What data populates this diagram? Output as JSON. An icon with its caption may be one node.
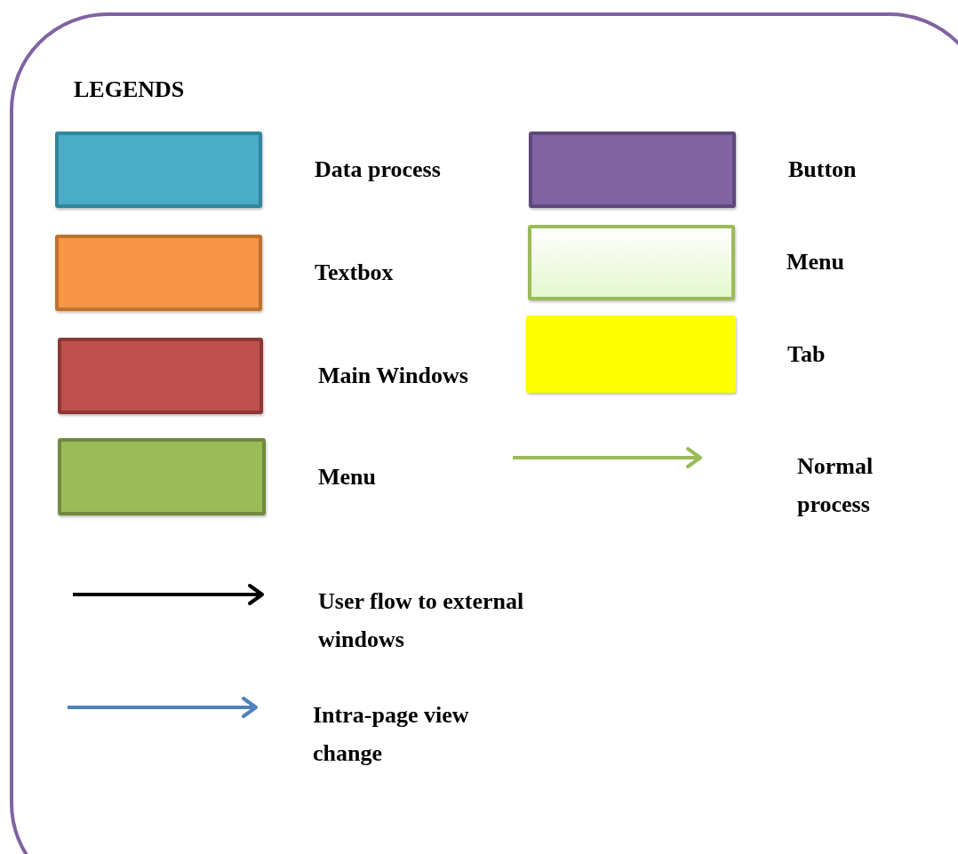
{
  "diagram": {
    "title": "LEGENDS",
    "legend": [
      {
        "text": "Data process",
        "color": "#4bacc6"
      },
      {
        "text": "Button",
        "color": "#8064a2"
      },
      {
        "text": "Textbox",
        "color": "#f79646"
      },
      {
        "text": "Menu",
        "color": "#e4f7cf"
      },
      {
        "text": "Main Windows",
        "color": "#c0504d"
      },
      {
        "text": "Tab",
        "color": "#ffff00"
      },
      {
        "text": "Menu",
        "color": "#9bbb59"
      },
      {
        "text": "Normal process"
      },
      {
        "text": "User flow to external windows"
      },
      {
        "text": "Intra-page view change"
      }
    ]
  }
}
